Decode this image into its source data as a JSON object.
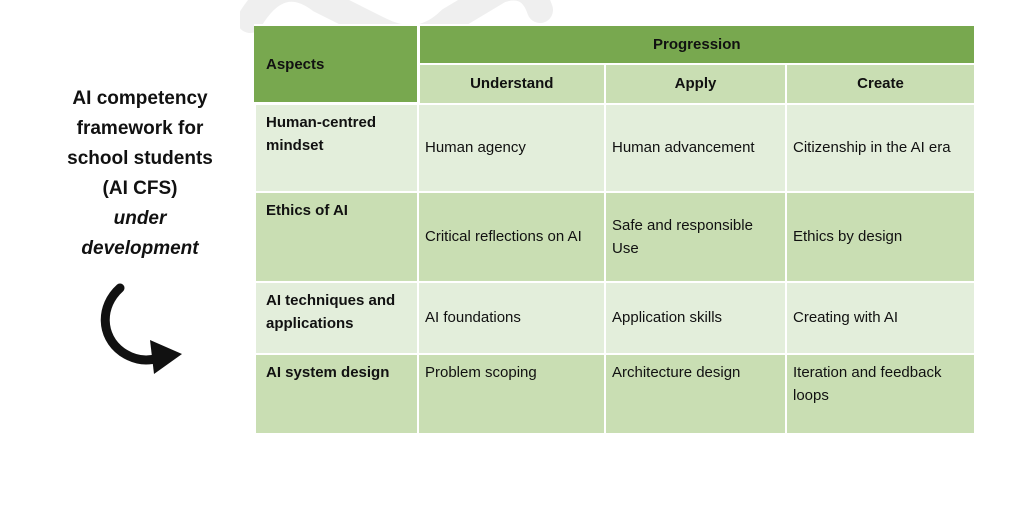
{
  "caption": {
    "line1": "AI competency",
    "line2": "framework for",
    "line3": "school students",
    "line4": "(AI CFS)",
    "line5": "under",
    "line6": "development"
  },
  "table": {
    "header_aspects": "Aspects",
    "header_progression": "Progression",
    "levels": [
      "Understand",
      "Apply",
      "Create"
    ],
    "rows": [
      {
        "aspect": "Human-centred mindset",
        "understand": "Human agency",
        "apply": "Human advancement",
        "create": "Citizenship in the AI era"
      },
      {
        "aspect": "Ethics of AI",
        "understand": "Critical reflections on AI",
        "apply": "Safe and responsible Use",
        "create": "Ethics by design"
      },
      {
        "aspect": "AI techniques and applications",
        "understand": "AI foundations",
        "apply": "Application skills",
        "create": "Creating with AI"
      },
      {
        "aspect": "AI system design",
        "understand": "Problem scoping",
        "apply": "Architecture design",
        "create": "Iteration and feedback loops"
      }
    ]
  },
  "colors": {
    "header_dark_green": "#78a84f",
    "header_light_green": "#c9deb3",
    "row_light": "#e3eedb",
    "row_mid": "#c9deb3",
    "arrow": "#111111"
  },
  "icons": {
    "arrow": "curved-arrow-icon",
    "watermark": "watermark-graphic"
  }
}
